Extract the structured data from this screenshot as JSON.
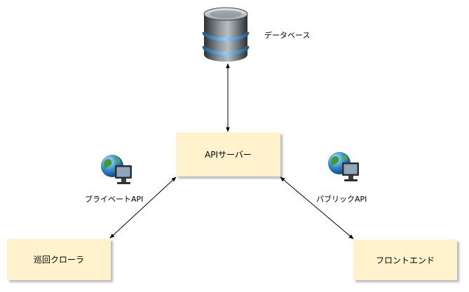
{
  "nodes": {
    "database": {
      "label": "データベース"
    },
    "api_server": {
      "label": "APIサーバー"
    },
    "crawler": {
      "label": "巡回クローラ"
    },
    "frontend": {
      "label": "フロントエンド"
    }
  },
  "edges": {
    "private_api": {
      "label": "プライベートAPI"
    },
    "public_api": {
      "label": "パブリックAPI"
    }
  },
  "icons": {
    "database": "database-cylinder-icon",
    "private_api": "globe-monitor-icon",
    "public_api": "globe-monitor-icon"
  },
  "colors": {
    "node_fill": "#fff2cc",
    "line": "#000000"
  }
}
